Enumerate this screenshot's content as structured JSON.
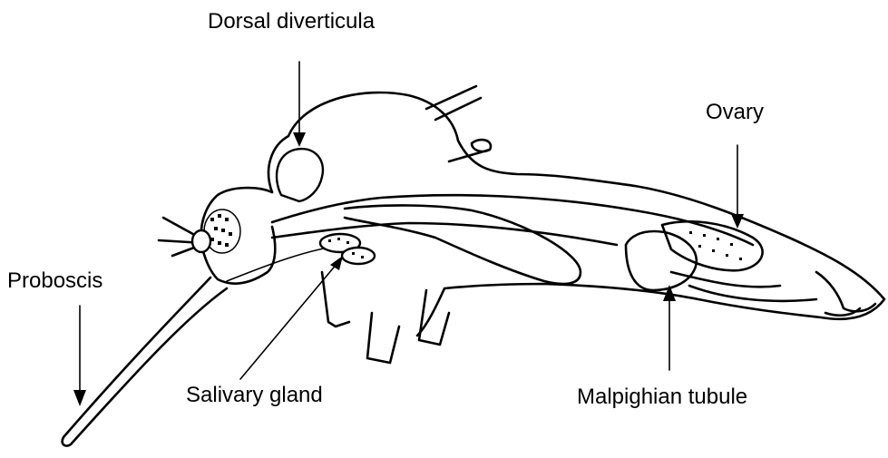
{
  "labels": {
    "dorsal_diverticula": "Dorsal diverticula",
    "ovary": "Ovary",
    "proboscis": "Proboscis",
    "salivary_gland": "Salivary gland",
    "malpighian_tubule": "Malpighian tubule"
  }
}
